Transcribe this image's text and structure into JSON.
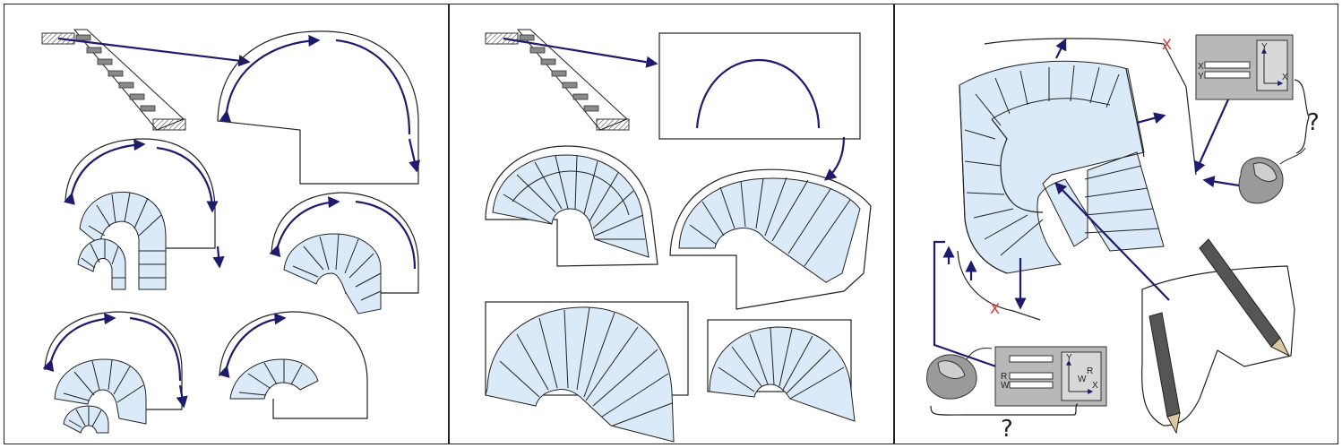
{
  "figure": {
    "panels": [
      {
        "id": "left",
        "description_label": ""
      },
      {
        "id": "middle",
        "description_label": ""
      },
      {
        "id": "right",
        "description_label": ""
      }
    ]
  },
  "dialog_top": {
    "field_labels": [
      "X",
      "Y"
    ],
    "axis_labels": {
      "y": "Y",
      "x": "X"
    }
  },
  "dialog_bottom": {
    "field_labels": [
      "R",
      "W"
    ],
    "axis_labels": {
      "y": "Y",
      "x": "X",
      "r": "R",
      "w": "W"
    }
  },
  "question_marks": [
    "?",
    "?"
  ],
  "error_marks": [
    "X",
    "X"
  ],
  "colors": {
    "tread_fill": "#dbeaf8",
    "arrow": "#1e1b6e",
    "error": "#e03030",
    "device_gray": "#b8b8b8"
  },
  "icons": [
    "staircase-icon",
    "mouse-icon",
    "pencil-icon",
    "dialog-icon"
  ]
}
